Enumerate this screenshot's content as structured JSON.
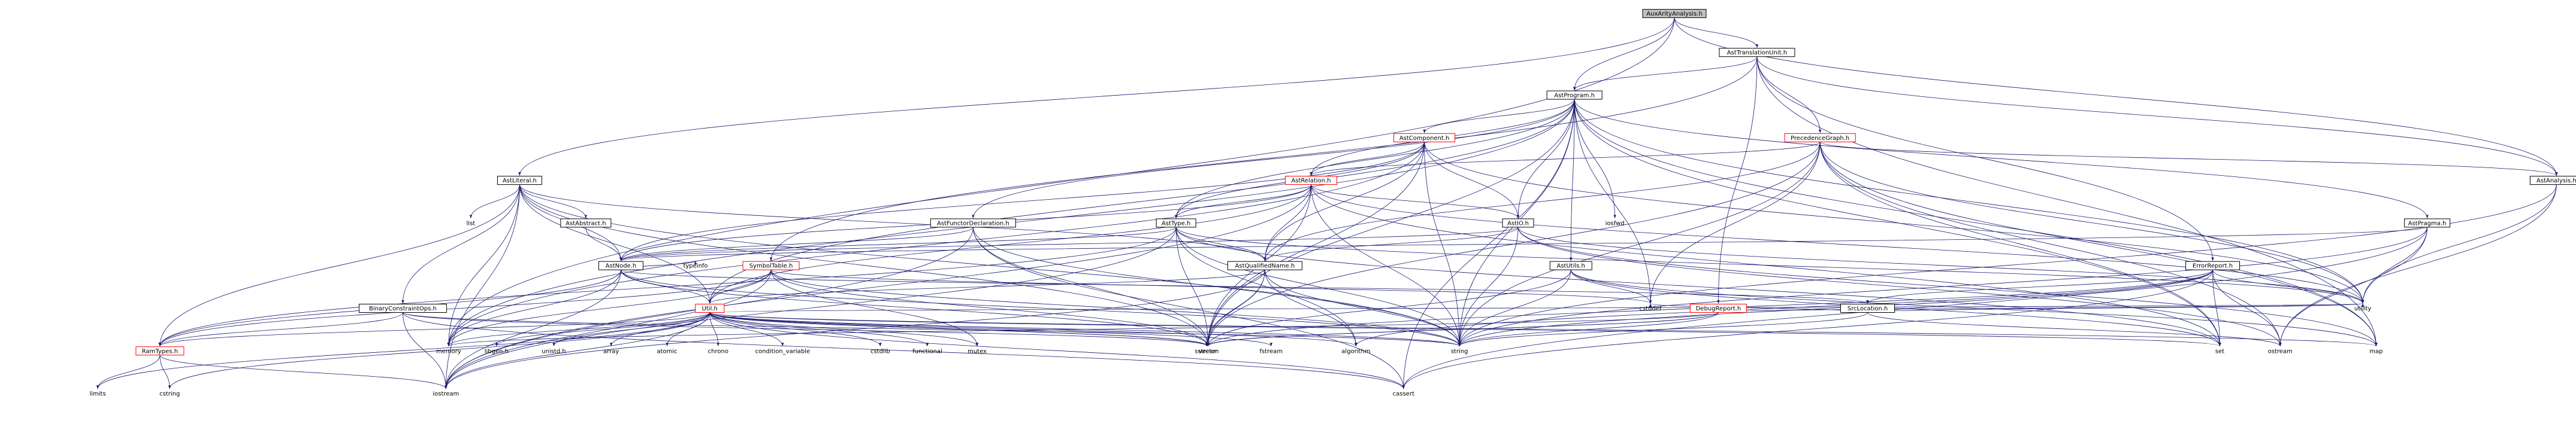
{
  "diagram": {
    "colors": {
      "edge": "#191970",
      "node_border": "#000000",
      "root_fill": "#bfbfbf",
      "node_fill": "#ffffff",
      "red_border": "#ff0000",
      "text": "#000000"
    },
    "nodes": [
      {
        "id": "AuxArityAnalysis",
        "label": "AuxArityAnalysis.h",
        "style": "root"
      },
      {
        "id": "AstTranslationUnit",
        "label": "AstTranslationUnit.h",
        "style": "box"
      },
      {
        "id": "AstProgram",
        "label": "AstProgram.h",
        "style": "box"
      },
      {
        "id": "AstComponent",
        "label": "AstComponent.h",
        "style": "red"
      },
      {
        "id": "PrecedenceGraph",
        "label": "PrecedenceGraph.h",
        "style": "red"
      },
      {
        "id": "AstLiteral",
        "label": "AstLiteral.h",
        "style": "box"
      },
      {
        "id": "AstRelation",
        "label": "AstRelation.h",
        "style": "red"
      },
      {
        "id": "AstAnalysis",
        "label": "AstAnalysis.h",
        "style": "box"
      },
      {
        "id": "AstType",
        "label": "AstType.h",
        "style": "box"
      },
      {
        "id": "AstIO",
        "label": "AstIO.h",
        "style": "box"
      },
      {
        "id": "AstPragma",
        "label": "AstPragma.h",
        "style": "box"
      },
      {
        "id": "AstFunctorDeclaration",
        "label": "AstFunctorDeclaration.h",
        "style": "box"
      },
      {
        "id": "AstAbstract",
        "label": "AstAbstract.h",
        "style": "box"
      },
      {
        "id": "AstNode",
        "label": "AstNode.h",
        "style": "box"
      },
      {
        "id": "AstQualifiedName",
        "label": "AstQualifiedName.h",
        "style": "box"
      },
      {
        "id": "SymbolTable",
        "label": "SymbolTable.h",
        "style": "red"
      },
      {
        "id": "AstUtils",
        "label": "AstUtils.h",
        "style": "box"
      },
      {
        "id": "ErrorReport",
        "label": "ErrorReport.h",
        "style": "box"
      },
      {
        "id": "BinaryConstraintOps",
        "label": "BinaryConstraintOps.h",
        "style": "box"
      },
      {
        "id": "Util",
        "label": "Util.h",
        "style": "red"
      },
      {
        "id": "DebugReport",
        "label": "DebugReport.h",
        "style": "red"
      },
      {
        "id": "SrcLocation",
        "label": "SrcLocation.h",
        "style": "box"
      },
      {
        "id": "RamTypes",
        "label": "RamTypes.h",
        "style": "red"
      },
      {
        "id": "list",
        "label": "list",
        "style": "plain"
      },
      {
        "id": "iosfwd",
        "label": "iosfwd",
        "style": "plain"
      },
      {
        "id": "typeinfo",
        "label": "typeinfo",
        "style": "plain"
      },
      {
        "id": "cstddef",
        "label": "cstddef",
        "style": "plain"
      },
      {
        "id": "map",
        "label": "map",
        "style": "plain"
      },
      {
        "id": "utility",
        "label": "utility",
        "style": "plain"
      },
      {
        "id": "set",
        "label": "set",
        "style": "plain"
      },
      {
        "id": "ostream",
        "label": "ostream",
        "style": "plain"
      },
      {
        "id": "string",
        "label": "string",
        "style": "plain"
      },
      {
        "id": "vector",
        "label": "vector",
        "style": "plain"
      },
      {
        "id": "algorithm",
        "label": "algorithm",
        "style": "plain"
      },
      {
        "id": "fstream",
        "label": "fstream",
        "style": "plain"
      },
      {
        "id": "sstream",
        "label": "sstream",
        "style": "plain"
      },
      {
        "id": "mutex",
        "label": "mutex",
        "style": "plain"
      },
      {
        "id": "functional",
        "label": "functional",
        "style": "plain"
      },
      {
        "id": "cstdlib",
        "label": "cstdlib",
        "style": "plain"
      },
      {
        "id": "condition_variable",
        "label": "condition_variable",
        "style": "plain"
      },
      {
        "id": "chrono",
        "label": "chrono",
        "style": "plain"
      },
      {
        "id": "atomic",
        "label": "atomic",
        "style": "plain"
      },
      {
        "id": "array",
        "label": "array",
        "style": "plain"
      },
      {
        "id": "unistd",
        "label": "unistd.h",
        "style": "plain"
      },
      {
        "id": "libgen",
        "label": "libgen.h",
        "style": "plain"
      },
      {
        "id": "memory",
        "label": "memory",
        "style": "plain"
      },
      {
        "id": "limits",
        "label": "limits",
        "style": "plain"
      },
      {
        "id": "cstring",
        "label": "cstring",
        "style": "plain"
      },
      {
        "id": "iostream",
        "label": "iostream",
        "style": "plain"
      },
      {
        "id": "cassert",
        "label": "cassert",
        "style": "plain"
      }
    ],
    "edges": [
      [
        "AuxArityAnalysis",
        "AstTranslationUnit"
      ],
      [
        "AuxArityAnalysis",
        "AstProgram"
      ],
      [
        "AuxArityAnalysis",
        "AstLiteral"
      ],
      [
        "AuxArityAnalysis",
        "AstAnalysis"
      ],
      [
        "AuxArityAnalysis",
        "memory"
      ],
      [
        "AstTranslationUnit",
        "AstProgram"
      ],
      [
        "AstTranslationUnit",
        "PrecedenceGraph"
      ],
      [
        "AstTranslationUnit",
        "AstAnalysis"
      ],
      [
        "AstTranslationUnit",
        "SymbolTable"
      ],
      [
        "AstTranslationUnit",
        "ErrorReport"
      ],
      [
        "AstTranslationUnit",
        "DebugReport"
      ],
      [
        "AstTranslationUnit",
        "map"
      ],
      [
        "AstProgram",
        "AstComponent"
      ],
      [
        "AstProgram",
        "AstRelation"
      ],
      [
        "AstProgram",
        "AstType"
      ],
      [
        "AstProgram",
        "AstIO"
      ],
      [
        "AstProgram",
        "AstPragma"
      ],
      [
        "AstProgram",
        "AstFunctorDeclaration"
      ],
      [
        "AstProgram",
        "AstUtils"
      ],
      [
        "AstProgram",
        "Util"
      ],
      [
        "AstProgram",
        "iosfwd"
      ],
      [
        "AstProgram",
        "cstddef"
      ],
      [
        "AstProgram",
        "map"
      ],
      [
        "AstProgram",
        "utility"
      ],
      [
        "AstProgram",
        "set"
      ],
      [
        "AstProgram",
        "string"
      ],
      [
        "AstProgram",
        "vector"
      ],
      [
        "AstProgram",
        "memory"
      ],
      [
        "AstProgram",
        "cassert"
      ],
      [
        "AstComponent",
        "AstRelation"
      ],
      [
        "AstComponent",
        "AstType"
      ],
      [
        "AstComponent",
        "AstIO"
      ],
      [
        "AstComponent",
        "AstNode"
      ],
      [
        "AstComponent",
        "AstQualifiedName"
      ],
      [
        "AstComponent",
        "string"
      ],
      [
        "AstComponent",
        "vector"
      ],
      [
        "AstComponent",
        "memory"
      ],
      [
        "AstComponent",
        "utility"
      ],
      [
        "PrecedenceGraph",
        "AstRelation"
      ],
      [
        "PrecedenceGraph",
        "AstAnalysis"
      ],
      [
        "PrecedenceGraph",
        "AstQualifiedName"
      ],
      [
        "PrecedenceGraph",
        "cstddef"
      ],
      [
        "PrecedenceGraph",
        "map"
      ],
      [
        "PrecedenceGraph",
        "set"
      ],
      [
        "PrecedenceGraph",
        "string"
      ],
      [
        "PrecedenceGraph",
        "vector"
      ],
      [
        "PrecedenceGraph",
        "ostream"
      ],
      [
        "PrecedenceGraph",
        "utility"
      ],
      [
        "AstLiteral",
        "AstAbstract"
      ],
      [
        "AstLiteral",
        "AstNode"
      ],
      [
        "AstLiteral",
        "AstQualifiedName"
      ],
      [
        "AstLiteral",
        "BinaryConstraintOps"
      ],
      [
        "AstLiteral",
        "Util"
      ],
      [
        "AstLiteral",
        "RamTypes"
      ],
      [
        "AstLiteral",
        "list"
      ],
      [
        "AstLiteral",
        "string"
      ],
      [
        "AstLiteral",
        "vector"
      ],
      [
        "AstLiteral",
        "iostream"
      ],
      [
        "AstLiteral",
        "memory"
      ],
      [
        "AstRelation",
        "AstNode"
      ],
      [
        "AstRelation",
        "AstIO"
      ],
      [
        "AstRelation",
        "AstQualifiedName"
      ],
      [
        "AstRelation",
        "AstType"
      ],
      [
        "AstRelation",
        "Util"
      ],
      [
        "AstRelation",
        "string"
      ],
      [
        "AstRelation",
        "set"
      ],
      [
        "AstRelation",
        "vector"
      ],
      [
        "AstRelation",
        "iostream"
      ],
      [
        "AstRelation",
        "utility"
      ],
      [
        "AstAnalysis",
        "ostream"
      ],
      [
        "AstAnalysis",
        "string"
      ],
      [
        "AstAnalysis",
        "utility"
      ],
      [
        "AstType",
        "AstNode"
      ],
      [
        "AstType",
        "AstQualifiedName"
      ],
      [
        "AstType",
        "RamTypes"
      ],
      [
        "AstType",
        "set"
      ],
      [
        "AstType",
        "string"
      ],
      [
        "AstType",
        "vector"
      ],
      [
        "AstType",
        "iostream"
      ],
      [
        "AstType",
        "algorithm"
      ],
      [
        "AstType",
        "utility"
      ],
      [
        "AstIO",
        "AstNode"
      ],
      [
        "AstIO",
        "AstQualifiedName"
      ],
      [
        "AstIO",
        "map"
      ],
      [
        "AstIO",
        "ostream"
      ],
      [
        "AstIO",
        "string"
      ],
      [
        "AstIO",
        "utility"
      ],
      [
        "AstPragma",
        "AstNode"
      ],
      [
        "AstPragma",
        "string"
      ],
      [
        "AstPragma",
        "ostream"
      ],
      [
        "AstPragma",
        "utility"
      ],
      [
        "AstPragma",
        "cassert"
      ],
      [
        "AstFunctorDeclaration",
        "AstNode"
      ],
      [
        "AstFunctorDeclaration",
        "string"
      ],
      [
        "AstFunctorDeclaration",
        "vector"
      ],
      [
        "AstFunctorDeclaration",
        "cassert"
      ],
      [
        "AstFunctorDeclaration",
        "iostream"
      ],
      [
        "AstAbstract",
        "AstNode"
      ],
      [
        "AstNode",
        "SrcLocation"
      ],
      [
        "AstNode",
        "Util"
      ],
      [
        "AstNode",
        "typeinfo"
      ],
      [
        "AstNode",
        "iostream"
      ],
      [
        "AstNode",
        "memory"
      ],
      [
        "AstNode",
        "string"
      ],
      [
        "AstNode",
        "vector"
      ],
      [
        "AstNode",
        "RamTypes"
      ],
      [
        "AstQualifiedName",
        "Util"
      ],
      [
        "AstQualifiedName",
        "algorithm"
      ],
      [
        "AstQualifiedName",
        "sstream"
      ],
      [
        "AstQualifiedName",
        "string"
      ],
      [
        "AstQualifiedName",
        "vector"
      ],
      [
        "AstQualifiedName",
        "iostream"
      ],
      [
        "SymbolTable",
        "Util"
      ],
      [
        "SymbolTable",
        "RamTypes"
      ],
      [
        "SymbolTable",
        "cstddef"
      ],
      [
        "SymbolTable",
        "iostream"
      ],
      [
        "SymbolTable",
        "string"
      ],
      [
        "SymbolTable",
        "vector"
      ],
      [
        "SymbolTable",
        "mutex"
      ],
      [
        "SymbolTable",
        "memory"
      ],
      [
        "AstUtils",
        "cstddef"
      ],
      [
        "AstUtils",
        "map"
      ],
      [
        "AstUtils",
        "set"
      ],
      [
        "AstUtils",
        "string"
      ],
      [
        "AstUtils",
        "vector"
      ],
      [
        "ErrorReport",
        "SrcLocation"
      ],
      [
        "ErrorReport",
        "cassert"
      ],
      [
        "ErrorReport",
        "set"
      ],
      [
        "ErrorReport",
        "ostream"
      ],
      [
        "ErrorReport",
        "string"
      ],
      [
        "ErrorReport",
        "vector"
      ],
      [
        "ErrorReport",
        "algorithm"
      ],
      [
        "ErrorReport",
        "utility"
      ],
      [
        "BinaryConstraintOps",
        "RamTypes"
      ],
      [
        "BinaryConstraintOps",
        "cassert"
      ],
      [
        "BinaryConstraintOps",
        "iostream"
      ],
      [
        "BinaryConstraintOps",
        "string"
      ],
      [
        "BinaryConstraintOps",
        "vector"
      ],
      [
        "Util",
        "RamTypes"
      ],
      [
        "Util",
        "memory"
      ],
      [
        "Util",
        "libgen"
      ],
      [
        "Util",
        "unistd"
      ],
      [
        "Util",
        "array"
      ],
      [
        "Util",
        "atomic"
      ],
      [
        "Util",
        "chrono"
      ],
      [
        "Util",
        "condition_variable"
      ],
      [
        "Util",
        "cstdlib"
      ],
      [
        "Util",
        "functional"
      ],
      [
        "Util",
        "mutex"
      ],
      [
        "Util",
        "sstream"
      ],
      [
        "Util",
        "fstream"
      ],
      [
        "Util",
        "algorithm"
      ],
      [
        "Util",
        "string"
      ],
      [
        "Util",
        "vector"
      ],
      [
        "Util",
        "set"
      ],
      [
        "Util",
        "map"
      ],
      [
        "Util",
        "utility"
      ],
      [
        "Util",
        "iostream"
      ],
      [
        "Util",
        "cassert"
      ],
      [
        "Util",
        "cstring"
      ],
      [
        "Util",
        "limits"
      ],
      [
        "DebugReport",
        "sstream"
      ],
      [
        "DebugReport",
        "string"
      ],
      [
        "DebugReport",
        "vector"
      ],
      [
        "DebugReport",
        "utility"
      ],
      [
        "DebugReport",
        "memory"
      ],
      [
        "SrcLocation",
        "string"
      ],
      [
        "SrcLocation",
        "ostream"
      ],
      [
        "SrcLocation",
        "utility"
      ],
      [
        "SrcLocation",
        "cstddef"
      ],
      [
        "RamTypes",
        "cstring"
      ],
      [
        "RamTypes",
        "limits"
      ],
      [
        "RamTypes",
        "iostream"
      ]
    ]
  }
}
